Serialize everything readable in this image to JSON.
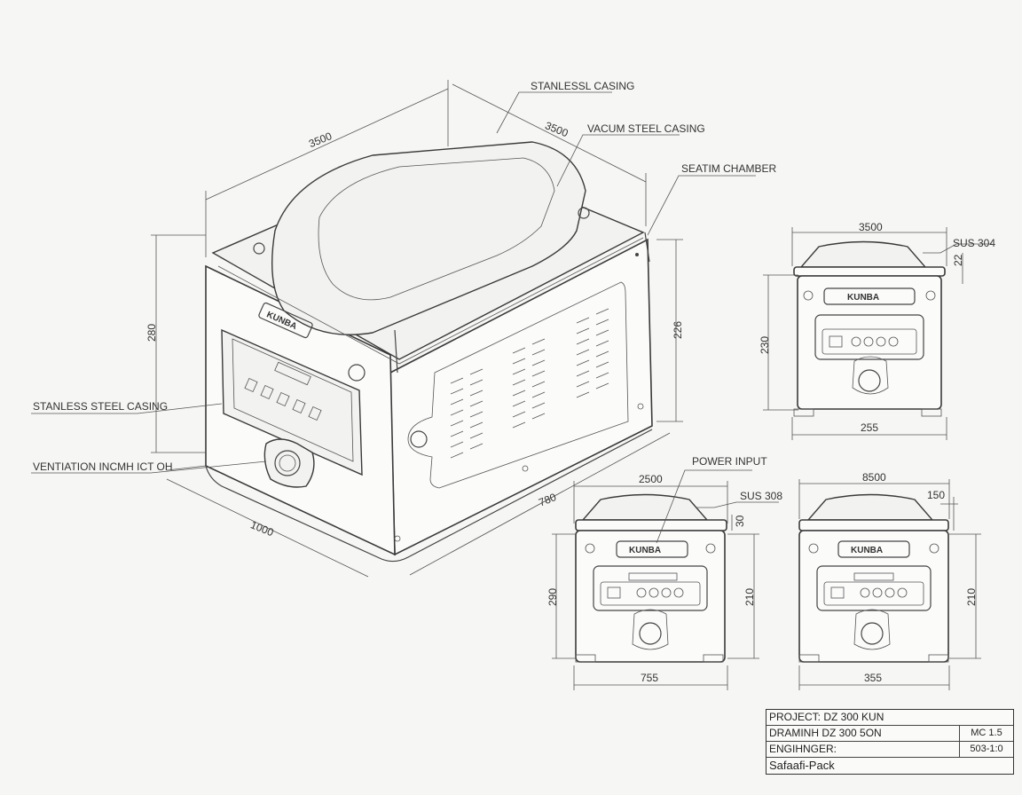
{
  "callouts": {
    "stainless_casing_top": "STANLESSL CASING",
    "vacuum_steel_casing": "VACUM STEEL CASING",
    "seatim_chamber": "SEATIM CHAMBER",
    "stainless_steel_casing_left": "STANLESS STEEL CASING",
    "ventilation": "VENTIATION INCMH ICT OH",
    "power_input": "POWER INPUT",
    "sus_304": "SUS 304",
    "sus_308": "SUS 308"
  },
  "iso_dims": {
    "top_left": "3500",
    "top_right": "3500",
    "height_left": "280",
    "height_right": "226",
    "depth": "1000",
    "width_bottom": "780"
  },
  "view_top_right": {
    "width_top": "3500",
    "height": "230",
    "width_bottom": "255",
    "lid_small": "22"
  },
  "view_bottom_left": {
    "width_top": "2500",
    "height_left": "290",
    "height_right": "210",
    "width_bottom": "755",
    "lid_small": "30"
  },
  "view_bottom_right": {
    "width_top": "8500",
    "height": "210",
    "width_bottom": "355",
    "lid_small": "150"
  },
  "brand": "KUNBA",
  "title_block": {
    "project": "PROJECT:   DZ 300 KUN",
    "drawing": "DRAMINH  DZ 300 5ON",
    "engineer": "ENGIHNGER:",
    "scale": "MC 1.5",
    "sheet": "503-1:0",
    "company": "Safaafi-Pack"
  }
}
